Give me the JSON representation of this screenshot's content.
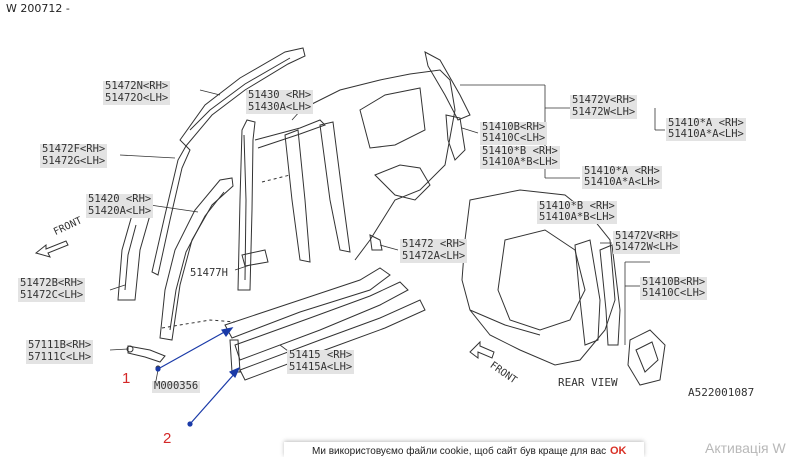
{
  "header": {
    "title": "W 200712 -"
  },
  "labels": {
    "p51472n": "51472N<RH>",
    "p51472o": "51472O<LH>",
    "p51430": "51430 <RH>",
    "p51430a": "51430A<LH>",
    "p51472f": "51472F<RH>",
    "p51472g": "51472G<LH>",
    "p51420": "51420 <RH>",
    "p51420a": "51420A<LH>",
    "p51477h": "51477H",
    "p51472b": "51472B<RH>",
    "p51472c": "51472C<LH>",
    "p57111b": "57111B<RH>",
    "p57111c": "57111C<LH>",
    "m000356": "M000356",
    "p51472": "51472 <RH>",
    "p51472a": "51472A<LH>",
    "p51415": "51415 <RH>",
    "p51415a": "51415A<LH>",
    "p51410b_top": "51410B<RH>",
    "p51410c_top": "51410C<LH>",
    "p51410xb": "51410*B <RH>",
    "p51410axb": "51410A*B<LH>",
    "p51472v_top": "51472V<RH>",
    "p51472w_top": "51472W<LH>",
    "p51410xa_r": "51410*A <RH>",
    "p51410axa_r": "51410A*A<LH>",
    "p51410xa_m": "51410*A <RH>",
    "p51410axa_m": "51410A*A<LH>",
    "p51410xb_m": "51410*B <RH>",
    "p51410axb_m": "51410A*B<LH>",
    "p51472v_m": "51472V<RH>",
    "p51472w_m": "51472W<LH>",
    "p51410b_m": "51410B<RH>",
    "p51410c_m": "51410C<LH>"
  },
  "front_label": "FRONT",
  "front_label_rear": "FRONT",
  "rear_view": "REAR VIEW",
  "diagram_code": "A522001087",
  "annotations": {
    "one": "1",
    "two": "2"
  },
  "cookie": {
    "text": "Ми використовуємо файли cookie, щоб сайт був краще для вас",
    "ok": "OK"
  },
  "watermark": "Активація W",
  "colors": {
    "annotation": "#d42828",
    "arrow": "#1a3aa8",
    "line": "#333333",
    "cookie_ok": "#d93025"
  }
}
